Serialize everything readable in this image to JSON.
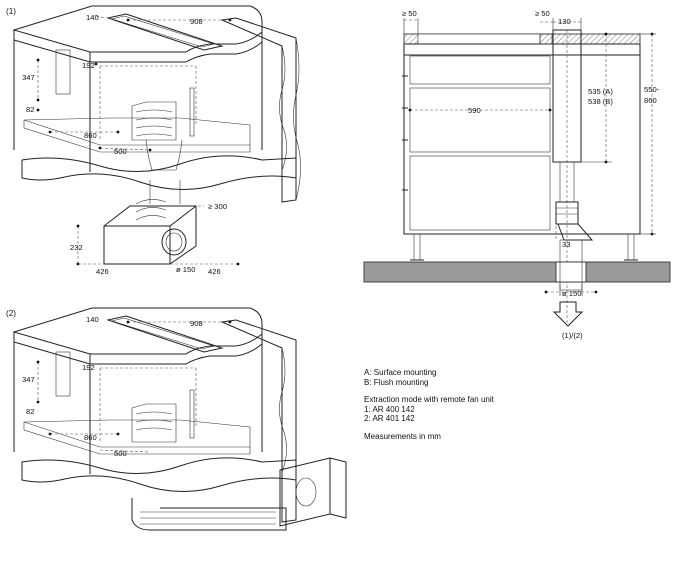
{
  "figure1": {
    "label": "(1)",
    "dims": {
      "d140": "140",
      "d908": "908",
      "d347": "347",
      "d192": "192",
      "d82": "82",
      "d860": "860",
      "d500": "500",
      "d300": "≥ 300",
      "d232": "232",
      "d426a": "426",
      "d150": "ø 150",
      "d426b": "426"
    }
  },
  "figure2": {
    "label": "(2)",
    "dims": {
      "d140": "140",
      "d908": "908",
      "d347": "347",
      "d192": "192",
      "d82": "82",
      "d860": "860",
      "d500": "500"
    }
  },
  "section": {
    "dims": {
      "ge50a": "≥ 50",
      "ge50b": "≥ 50",
      "d130": "130",
      "d535": "535 (A)",
      "d538": "538 (B)",
      "d590": "590",
      "d550": "550-",
      "d860": "860",
      "d33": "33",
      "d150": "ø 150",
      "arrow_label": "(1)/(2)"
    }
  },
  "legend": {
    "a": "A: Surface mounting",
    "b": "B: Flush mounting",
    "extraction": "Extraction mode with remote fan unit",
    "unit1": "1: AR 400 142",
    "unit2": "2: AR 401 142",
    "units": "Measurements in mm"
  }
}
